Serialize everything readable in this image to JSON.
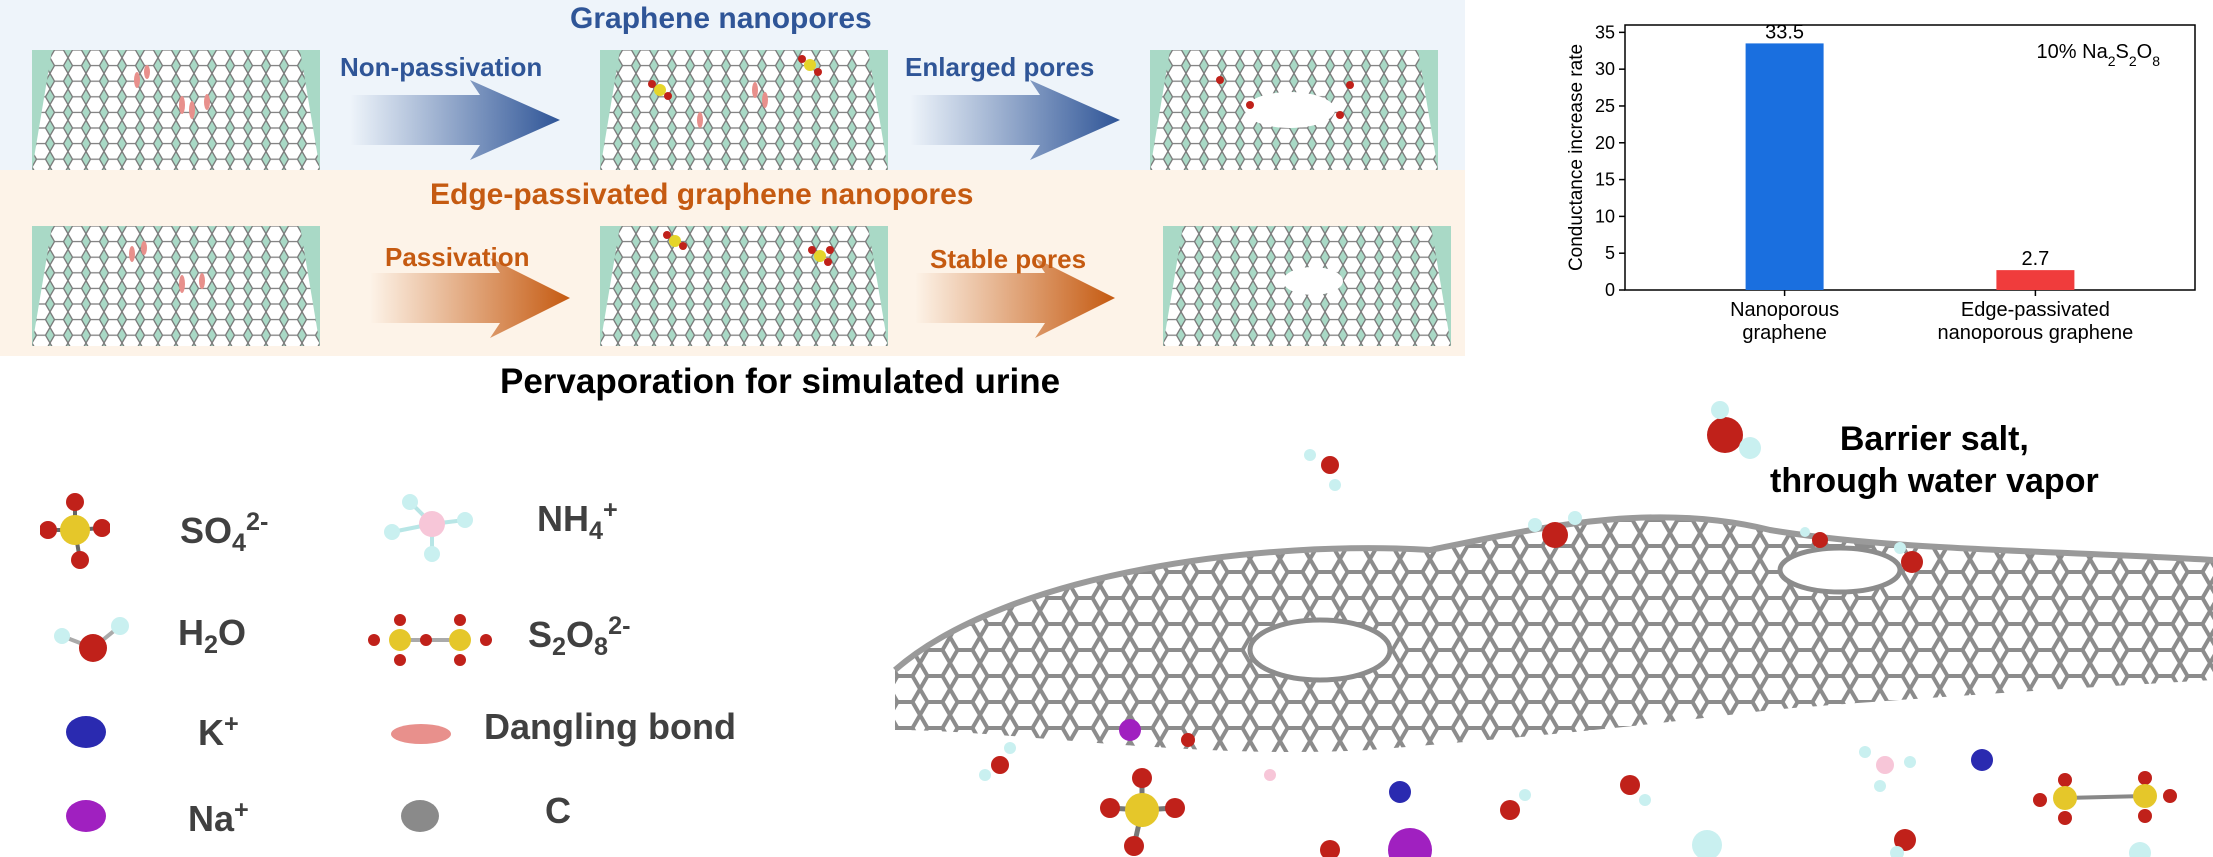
{
  "top_panel": {
    "title": "Graphene nanopores",
    "arrow1_label": "Non-passivation",
    "arrow2_label": "Enlarged pores",
    "color": "#2f5597",
    "background": "#eef4fa"
  },
  "bottom_panel": {
    "title": "Edge-passivated graphene nanopores",
    "arrow1_label": "Passivation",
    "arrow2_label": "Stable pores",
    "color": "#c55a11",
    "background": "#fdf3e8"
  },
  "main_title": "Pervaporation for simulated urine",
  "annotation": {
    "line1": "Barrier salt,",
    "line2": "through water vapor"
  },
  "legend": {
    "sulfate": {
      "base": "SO",
      "sub": "4",
      "sup": "2-",
      "icon": "sulfate-molecule-icon"
    },
    "ammonium": {
      "base": "NH",
      "sub": "4",
      "sup": "+",
      "icon": "ammonium-molecule-icon"
    },
    "water": {
      "base": "H",
      "sub": "2",
      "tail": "O",
      "icon": "water-molecule-icon"
    },
    "persulfate": {
      "base": "S",
      "sub1": "2",
      "mid": "O",
      "sub2": "8",
      "sup": "2-",
      "icon": "persulfate-molecule-icon"
    },
    "potassium": {
      "base": "K",
      "sup": "+",
      "icon": "potassium-ion-icon",
      "color": "#2a2ab0"
    },
    "dangling": {
      "label": "Dangling bond",
      "icon": "dangling-bond-icon",
      "color": "#e8908c"
    },
    "sodium": {
      "base": "Na",
      "sup": "+",
      "icon": "sodium-ion-icon",
      "color": "#a020c0"
    },
    "carbon": {
      "label": "C",
      "icon": "carbon-atom-icon",
      "color": "#8a8a8a"
    }
  },
  "chart_data": {
    "type": "bar",
    "categories": [
      "Nanoporous graphene",
      "Edge-passivated nanoporous graphene"
    ],
    "category_lines": [
      [
        "Nanoporous",
        "graphene"
      ],
      [
        "Edge-passivated",
        "nanoporous graphene"
      ]
    ],
    "values": [
      33.5,
      2.7
    ],
    "value_labels": [
      "33.5",
      "2.7"
    ],
    "colors": [
      "#1a6fdf",
      "#f03c3c"
    ],
    "ylabel": "Conductance increase rate",
    "ylim": [
      0,
      36
    ],
    "yticks": [
      "0",
      "5",
      "10",
      "15",
      "20",
      "25",
      "30",
      "35"
    ],
    "annotation": {
      "prefix": "10% Na",
      "s1": "2",
      "mid": "S",
      "s2": "2",
      "end": "O",
      "s3": "8"
    },
    "grid": false
  }
}
